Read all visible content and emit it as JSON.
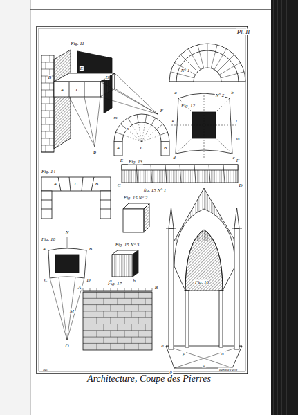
{
  "diagram": {
    "caption": "Architecture, Coupe des Pierres",
    "labels": [
      "Pl. II",
      "Fig. 11",
      "Fig. 12",
      "N° 1",
      "N° 2",
      "Fig. 13",
      "Fig. 14",
      "fig. 15 N° 1",
      "Fig. 15 N° 2",
      "Fig. 15 N° 3",
      "Fig. 16",
      "Fig. 17",
      "Fig. 18",
      "A",
      "B",
      "C",
      "D",
      "E",
      "F",
      "R",
      "a",
      "b",
      "k",
      "l",
      "m",
      "d",
      "c",
      "m",
      "n",
      "A",
      "C",
      "B",
      "A",
      "B",
      "C",
      "E",
      "F",
      "C",
      "D",
      "a",
      "b",
      "N",
      "A",
      "B",
      "C",
      "D",
      "M",
      "O",
      "A",
      "B",
      "a",
      "b",
      "p",
      "n",
      "o",
      "Benard Fecit",
      "del."
    ]
  }
}
